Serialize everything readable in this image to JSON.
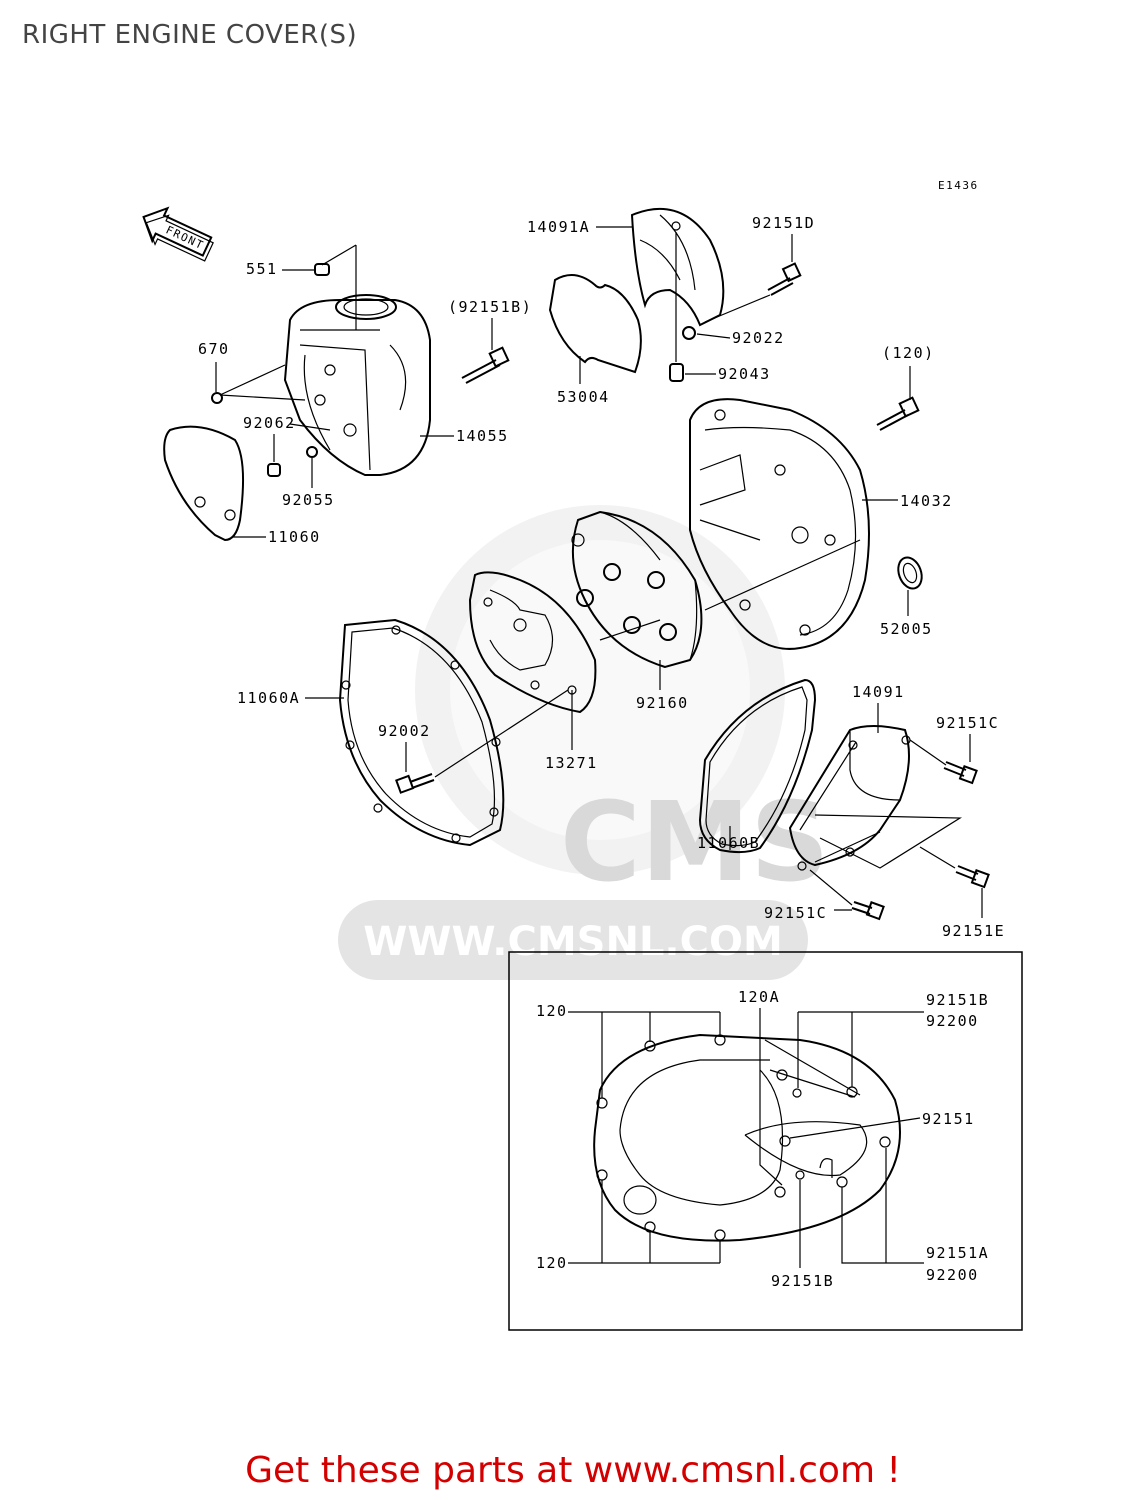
{
  "title": "RIGHT ENGINE COVER(S)",
  "diagram_code": "E1436",
  "front_label": "FRONT",
  "watermark": {
    "brand": "CMS",
    "url": "WWW.CMSNL.COM"
  },
  "callouts": {
    "c551": "551",
    "c670": "670",
    "c92062": "92062",
    "c92055": "92055",
    "c11060": "11060",
    "c14055": "14055",
    "c92151B_paren": "(92151B)",
    "c14091A": "14091A",
    "c53004": "53004",
    "c92151D": "92151D",
    "c92022": "92022",
    "c92043": "92043",
    "c120_paren": "(120)",
    "c14032": "14032",
    "c52005": "52005",
    "c11060A": "11060A",
    "c92002": "92002",
    "c13271": "13271",
    "c92160": "92160",
    "c14091": "14091",
    "c92151C_top": "92151C",
    "c11060B": "11060B",
    "c92151C_bot": "92151C",
    "c92151E": "92151E"
  },
  "inset": {
    "c120_top": "120",
    "c120A": "120A",
    "c92151B_top": "92151B",
    "c92200_top": "92200",
    "c92151": "92151",
    "c120_bot": "120",
    "c92151B_bot": "92151B",
    "c92151A": "92151A",
    "c92200_bot": "92200"
  },
  "footer": "Get these parts at www.cmsnl.com !"
}
